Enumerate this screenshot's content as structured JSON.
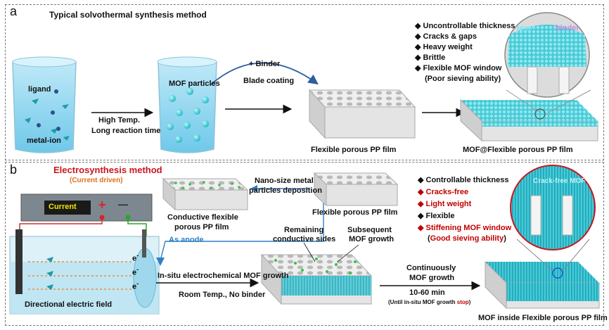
{
  "panel_a": {
    "letter": "a",
    "title": "Typical solvothermal synthesis method",
    "beaker1": {
      "ligand": "ligand",
      "metal_ion": "metal-ion"
    },
    "step1": [
      "High Temp.",
      "Long reaction time"
    ],
    "beaker2": {
      "label": "MOF particles"
    },
    "binder_step": [
      "+ Binder",
      "Blade coating"
    ],
    "film1": "Flexible  porous  PP film",
    "film2": "MOF@Flexible  porous  PP film",
    "bullets": [
      {
        "text": "Uncontrollable thickness",
        "color": "#111111"
      },
      {
        "text": "Cracks & gaps",
        "color": "#111111"
      },
      {
        "text": "Heavy weight",
        "color": "#111111"
      },
      {
        "text": "Brittle",
        "color": "#111111"
      },
      {
        "text": "Flexible MOF window",
        "color": "#111111"
      },
      {
        "text": "(Poor sieving ability)",
        "color": "#111111"
      }
    ],
    "zoom": {
      "mof": "MOF",
      "binder": "binder"
    }
  },
  "panel_b": {
    "letter": "b",
    "title": "Electrosynthesis method",
    "subtitle": "(Current driven)",
    "device": {
      "current": "Current",
      "plus": "+",
      "minus": "—",
      "electron": "e"
    },
    "anode": "As anode",
    "field": "Directional electric field",
    "deposition": [
      "Nano-size metal",
      "particles deposition"
    ],
    "conductive_film": [
      "Conductive flexible",
      "porous  PP film"
    ],
    "film": "Flexible  porous  PP film",
    "remaining": [
      "Remaining",
      "conductive sides"
    ],
    "subsequent": [
      "Subsequent",
      "MOF growth"
    ],
    "growth": "In-situ electrochemical MOF growth",
    "conditions": "Room Temp., No binder",
    "continuous": [
      "Continuously",
      "MOF growth"
    ],
    "time": "10-60 min",
    "until_pre": "(Until in-situ MOF growth ",
    "until_stop": "stop",
    "until_post": ")",
    "final_film": "MOF inside Flexible  porous  PP film",
    "bullets": [
      {
        "text": "Controllable thickness",
        "color": "#111111"
      },
      {
        "text": "Cracks-free",
        "color": "#c00000"
      },
      {
        "text": "Light weight",
        "color": "#c00000"
      },
      {
        "text": "Flexible",
        "color": "#111111"
      },
      {
        "text": "Stiffening MOF window",
        "color": "#c00000"
      }
    ],
    "bullet_last_pre": "(",
    "bullet_last_red": "Good sieving ability",
    "bullet_last_post": ")",
    "zoom": "Crack-free MOF"
  },
  "colors": {
    "accent_red": "#c00000",
    "orange": "#e0711a",
    "cyan": "#3fd0d8",
    "blue_arrow": "#2d7fc6",
    "title_red": "#c8161d"
  }
}
